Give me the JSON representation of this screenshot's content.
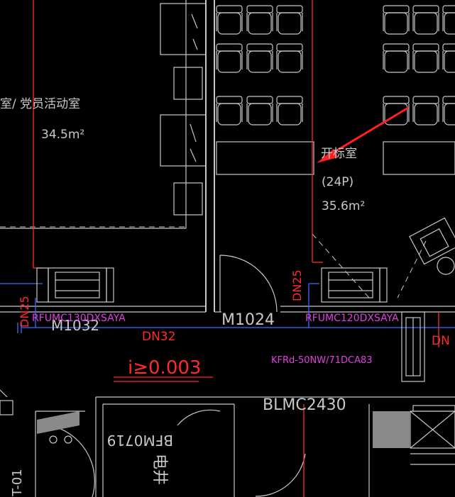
{
  "rooms": [
    {
      "name": "室/ 党员活动室",
      "area": "34.5m²"
    },
    {
      "name": "开标室",
      "capacity": "(24P)",
      "area": "35.6m²"
    }
  ],
  "pipes": {
    "dn25_left": "DN25",
    "dn32": "DN32",
    "dn25_mid": "DN25",
    "dn_right": "DN"
  },
  "slope": "i≥0.003",
  "doors": {
    "m1032": "M1032",
    "m1024": "M1024",
    "blmc": "BLMC2430",
    "bfm": "BFM0719",
    "fragment_left": "T-01"
  },
  "equipment": {
    "fcu_left": "RFUMC130DXSAYA",
    "fcu_mid": "RFUMC120DXSAYA",
    "indoor_unit": "KFRd-50NW/71DCA83"
  },
  "shaft_label": "电井",
  "colors": {
    "background": "#000000",
    "wall": "#c8c8c8",
    "pipe_red": "#ff2a2a",
    "pipe_blue": "#3a6cff",
    "equipment_text": "#e040e0",
    "arrow": "#ff2020"
  }
}
